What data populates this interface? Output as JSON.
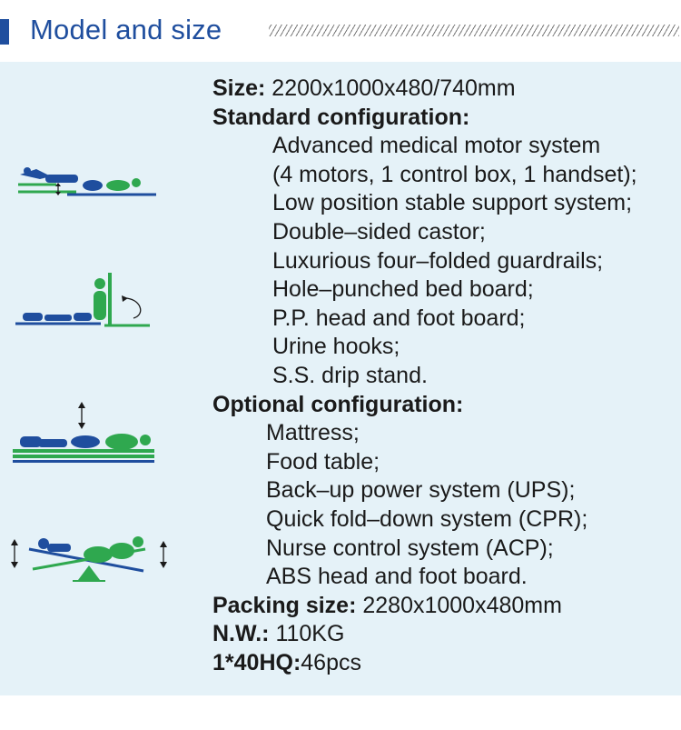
{
  "header": {
    "title": "Model and size",
    "accent_color": "#1f4e9e"
  },
  "icons": [
    {
      "name": "bed-flat-position-icon"
    },
    {
      "name": "bed-chair-position-icon"
    },
    {
      "name": "bed-height-adjust-icon"
    },
    {
      "name": "bed-tilt-position-icon"
    }
  ],
  "specs": {
    "size": {
      "label": "Size:",
      "value": " 2200x1000x480/740mm"
    },
    "standard": {
      "heading": "Standard configuration:",
      "items": [
        "Advanced medical motor system",
        "(4 motors, 1 control  box, 1 handset);",
        "Low position stable support system;",
        "Double–sided castor;",
        "Luxurious four–folded guardrails;",
        "Hole–punched bed board;",
        "P.P. head and foot board;",
        "Urine hooks;",
        "S.S. drip stand."
      ]
    },
    "optional": {
      "heading": "Optional configuration:",
      "items": [
        "Mattress;",
        "Food table;",
        "Back–up power system (UPS);",
        "Quick fold–down system (CPR);",
        "Nurse control system (ACP);",
        "ABS head and foot board."
      ]
    },
    "packing": {
      "label": "Packing size:",
      "value": " 2280x1000x480mm"
    },
    "nw": {
      "label": "N.W.:",
      "value": " 110KG"
    },
    "hq": {
      "label": "1*40HQ:",
      "value": "46pcs"
    }
  },
  "colors": {
    "panel_bg": "#e5f2f8",
    "icon_blue": "#1f4e9e",
    "icon_green": "#2fa84f",
    "text": "#1a1a1a"
  }
}
